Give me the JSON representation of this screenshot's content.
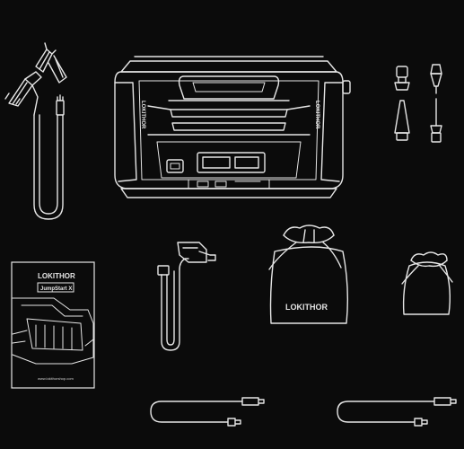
{
  "colors": {
    "background": "#0b0b0b",
    "line": "#e6e6e6"
  },
  "jump_starter": {
    "side_brand": "LOKITHOR",
    "side_brand_right": "LOKITHOR"
  },
  "manual": {
    "brand": "LOKITHOR",
    "model": "JumpStart X",
    "footer": "www.lokithorshop.com"
  },
  "pouch": {
    "brand": "LOKITHOR"
  },
  "items": [
    "jumper-clamps-icon",
    "jump-starter-icon",
    "valve-adapters-icon",
    "user-manual-icon",
    "air-hose-icon",
    "storage-bag-large-icon",
    "storage-bag-small-icon",
    "usb-cable-icon"
  ]
}
